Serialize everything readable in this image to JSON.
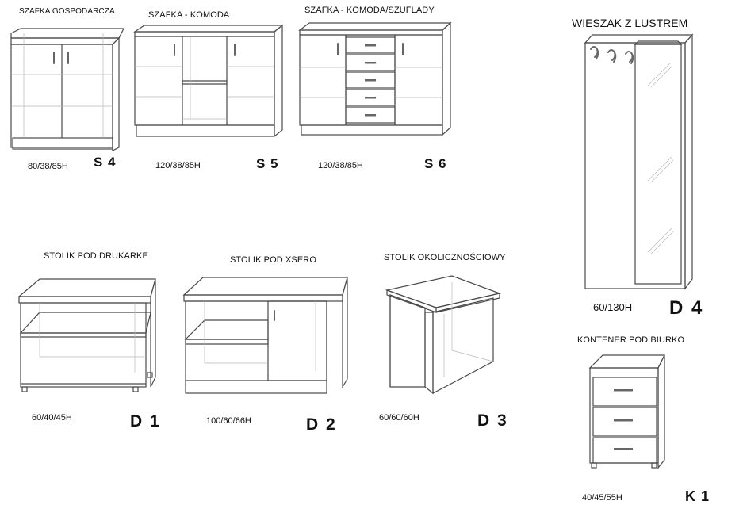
{
  "items": [
    {
      "title": "SZAFKA GOSPODARCZA",
      "dims": "80/38/85H",
      "code": "S 4"
    },
    {
      "title": "SZAFKA - KOMODA",
      "dims": "120/38/85H",
      "code": "S 5"
    },
    {
      "title": "SZAFKA - KOMODA/SZUFLADY",
      "dims": "120/38/85H",
      "code": "S 6"
    },
    {
      "title": "WIESZAK Z LUSTREM",
      "dims": "60/130H",
      "code": "D 4"
    },
    {
      "title": "STOLIK POD DRUKARKE",
      "dims": "60/40/45H",
      "code": "D 1"
    },
    {
      "title": "STOLIK POD XSERO",
      "dims": "100/60/66H",
      "code": "D 2"
    },
    {
      "title": "STOLIK OKOLICZNOŚCIOWY",
      "dims": "60/60/60H",
      "code": "D 3"
    },
    {
      "title": "KONTENER POD BIURKO",
      "dims": "40/45/55H",
      "code": "K 1"
    }
  ]
}
